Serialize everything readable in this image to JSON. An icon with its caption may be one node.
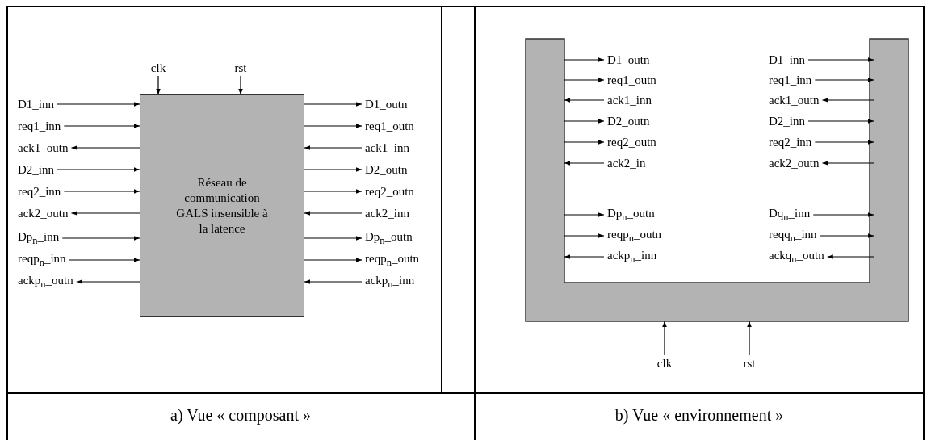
{
  "diagram": {
    "nodes": [
      {
        "text": [
          "clk"
        ]
      },
      {
        "text": [
          "rst"
        ]
      },
      {
        "text": [
          "Réseau de communication GALS insensible à la latence"
        ]
      },
      {
        "text": [
          "D1_inn"
        ]
      },
      {
        "text": [
          "req1_inn"
        ]
      },
      {
        "text": [
          "ack1_outn"
        ]
      },
      {
        "text": [
          "D2_inn"
        ]
      },
      {
        "text": [
          "req2_inn"
        ]
      },
      {
        "text": [
          "ack2_outn"
        ]
      },
      {
        "text": [
          "Dp$_{n}$_inn"
        ]
      },
      {
        "text": [
          "reqp$_{n}$_inn"
        ]
      },
      {
        "text": [
          "ackp$_{n}$_outn"
        ]
      },
      {
        "text": [
          "D1_outn"
        ]
      },
      {
        "text": [
          "req1_outn"
        ]
      },
      {
        "text": [
          "ack1_inn"
        ]
      },
      {
        "text": [
          "D2_outn"
        ]
      },
      {
        "text": [
          "req2_outn"
        ]
      },
      {
        "text": [
          "ack2_inn"
        ]
      },
      {
        "text": [
          "Dp$_{n}$_outn"
        ]
      },
      {
        "text": [
          "reqp$_{n}$_outn"
        ]
      },
      {
        "text": [
          "ackp$_{n}$_inn"
        ]
      },
      {
        "text": [],
        "shape": "box"
      },
      {
        "text": [
          "D1_outn"
        ]
      },
      {
        "text": [
          "req1_outn"
        ]
      },
      {
        "text": [
          "ack1_inn"
        ]
      },
      {
        "text": [
          "D2_outn"
        ]
      },
      {
        "text": [
          "req2_outn"
        ]
      },
      {
        "text": [
          "ack2_in"
        ]
      },
      {
        "text": [
          "Dp$_{n}$_outn"
        ]
      },
      {
        "text": [
          "reqp$_{n}$_outn"
        ]
      },
      {
        "text": [
          "ackp$_{n}$_inn"
        ]
      },
      {
        "text": [
          "D1_inn"
        ]
      },
      {
        "text": [
          "req1_inn"
        ]
      },
      {
        "text": [
          "ack1_outn"
        ]
      },
      {
        "text": [
          "D2_inn"
        ]
      },
      {
        "text": [
          "req2_inn"
        ]
      },
      {
        "text": [
          "ack2_outn"
        ]
      },
      {
        "text": [
          "Dq$_{n}$_inn"
        ]
      },
      {
        "text": [
          "reqq$_{n}$_inn"
        ]
      },
      {
        "text": [
          "ackq$_{n}$_outn"
        ]
      },
      {
        "text": [
          "clk"
        ]
      },
      {
        "text": [
          "rst"
        ]
      }
    ],
    "edges": [
      {
        "from": 0,
        "to": 2,
        "arrow": "to"
      },
      {
        "from": 1,
        "to": 2,
        "arrow": "to"
      },
      {
        "from": 3,
        "to": 2,
        "arrow": "to"
      },
      {
        "from": 4,
        "to": 2,
        "arrow": "to"
      },
      {
        "from": 2,
        "to": 5,
        "arrow": "to"
      },
      {
        "from": 6,
        "to": 2,
        "arrow": "to"
      },
      {
        "from": 7,
        "to": 2,
        "arrow": "to"
      },
      {
        "from": 2,
        "to": 8,
        "arrow": "to"
      },
      {
        "from": 9,
        "to": 2,
        "arrow": "to"
      },
      {
        "from": 10,
        "to": 2,
        "arrow": "to"
      },
      {
        "from": 2,
        "to": 11,
        "arrow": "to"
      },
      {
        "from": 2,
        "to": 12,
        "arrow": "to"
      },
      {
        "from": 2,
        "to": 13,
        "arrow": "to"
      },
      {
        "from": 14,
        "to": 2,
        "arrow": "to"
      },
      {
        "from": 2,
        "to": 15,
        "arrow": "to"
      },
      {
        "from": 2,
        "to": 16,
        "arrow": "to"
      },
      {
        "from": 17,
        "to": 2,
        "arrow": "to"
      },
      {
        "from": 2,
        "to": 18,
        "arrow": "to"
      },
      {
        "from": 2,
        "to": 19,
        "arrow": "to"
      },
      {
        "from": 20,
        "to": 2,
        "arrow": "to"
      },
      {
        "from": 21,
        "to": 22,
        "arrow": "to"
      },
      {
        "from": 21,
        "to": 23,
        "arrow": "to"
      },
      {
        "from": 24,
        "to": 21,
        "arrow": "to"
      },
      {
        "from": 21,
        "to": 25,
        "arrow": "to"
      },
      {
        "from": 21,
        "to": 26,
        "arrow": "to"
      },
      {
        "from": 27,
        "to": 21,
        "arrow": "to"
      },
      {
        "from": 21,
        "to": 28,
        "arrow": "to"
      },
      {
        "from": 21,
        "to": 29,
        "arrow": "to"
      },
      {
        "from": 30,
        "to": 21,
        "arrow": "to"
      },
      {
        "from": 31,
        "to": 21,
        "arrow": "to"
      },
      {
        "from": 32,
        "to": 21,
        "arrow": "to"
      },
      {
        "from": 21,
        "to": 33,
        "arrow": "to"
      },
      {
        "from": 34,
        "to": 21,
        "arrow": "to"
      },
      {
        "from": 35,
        "to": 21,
        "arrow": "to"
      },
      {
        "from": 21,
        "to": 36,
        "arrow": "to"
      },
      {
        "from": 37,
        "to": 21,
        "arrow": "to"
      },
      {
        "from": 38,
        "to": 21,
        "arrow": "to"
      },
      {
        "from": 21,
        "to": 39,
        "arrow": "to"
      },
      {
        "from": 40,
        "to": 21,
        "arrow": "to"
      },
      {
        "from": 41,
        "to": 21,
        "arrow": "to"
      }
    ],
    "labels": [
      "a) Vue « composant »",
      "b) Vue « environnement »"
    ]
  }
}
